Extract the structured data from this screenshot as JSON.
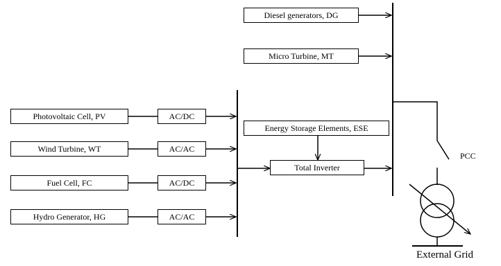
{
  "sources_left": [
    {
      "label": "Photovoltaic Cell, PV",
      "converter": "AC/DC"
    },
    {
      "label": "Wind Turbine, WT",
      "converter": "AC/AC"
    },
    {
      "label": "Fuel Cell, FC",
      "converter": "AC/DC"
    },
    {
      "label": "Hydro Generator, HG",
      "converter": "AC/AC"
    }
  ],
  "sources_top": [
    {
      "label": "Diesel generators, DG"
    },
    {
      "label": "Micro Turbine, MT"
    }
  ],
  "storage": {
    "label": "Energy Storage Elements, ESE"
  },
  "inverter": {
    "label": "Total Inverter"
  },
  "pcc": {
    "label": "PCC"
  },
  "grid": {
    "label": "External Grid"
  }
}
